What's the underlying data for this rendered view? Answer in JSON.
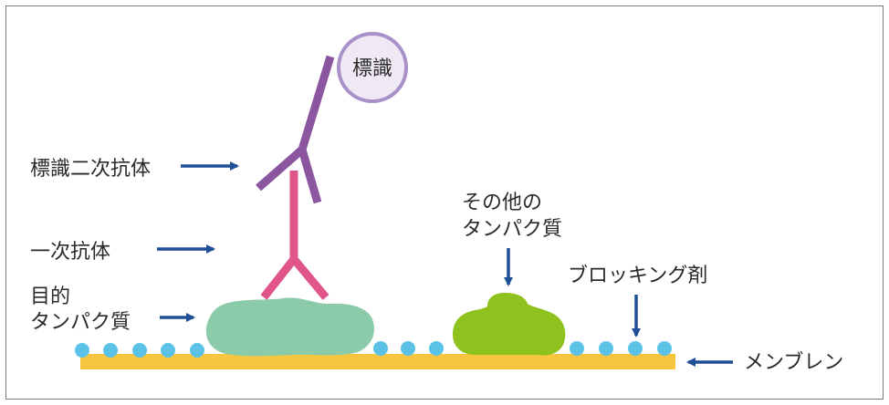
{
  "labels": {
    "label_circle": "標識",
    "secondary_antibody": "標識二次抗体",
    "primary_antibody": "一次抗体",
    "target_protein_line1": "目的",
    "target_protein_line2": "タンパク質",
    "other_protein_line1": "その他の",
    "other_protein_line2": "タンパク質",
    "blocking_agent": "ブロッキング剤",
    "membrane": "メンブレン"
  },
  "colors": {
    "secondary_antibody": "#8b55a0",
    "primary_antibody": "#e0558a",
    "label_circle_fill": "#efe9f5",
    "label_circle_stroke": "#a890c8",
    "target_protein": "#8ccbaa",
    "other_protein": "#8fc21e",
    "blocking_dots": "#5bc2e7",
    "membrane": "#f7c63e",
    "arrows": "#1f4f96"
  }
}
